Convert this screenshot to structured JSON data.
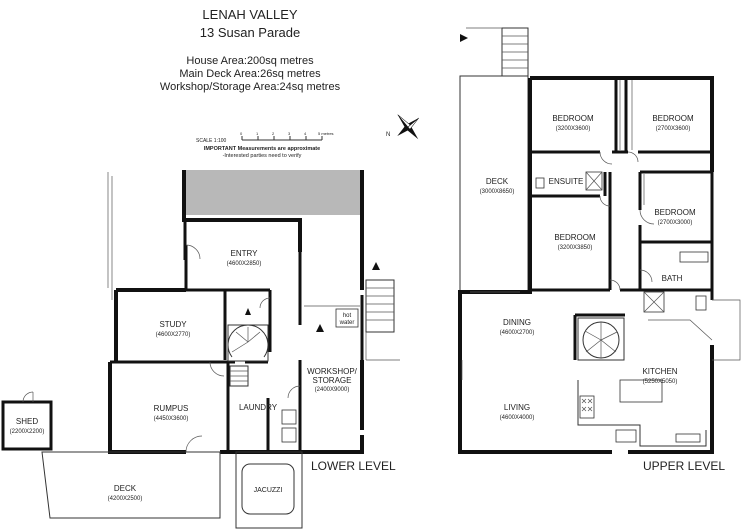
{
  "header": {
    "suburb": "LENAH VALLEY",
    "address": "13 Susan Parade",
    "house_area": "House Area:200sq metres",
    "deck_area": "Main Deck Area:26sq metres",
    "workshop_area": "Workshop/Storage Area:24sq metres"
  },
  "scale_note": {
    "scale": "SCALE 1:100",
    "tick_0": "0",
    "tick_1": "1",
    "tick_2": "2",
    "tick_3": "3",
    "tick_4": "4",
    "tick_5": "5 metres",
    "important_1": "IMPORTANT Measurements are approximate",
    "important_2": "-Interested parties need to verify"
  },
  "compass": {
    "north_label": "N"
  },
  "lower_level": {
    "label": "LOWER LEVEL",
    "rooms": {
      "entry": {
        "name": "ENTRY",
        "dims": "(4600X2850)"
      },
      "study": {
        "name": "STUDY",
        "dims": "(4600X2770)"
      },
      "rumpus": {
        "name": "RUMPUS",
        "dims": "(4450X3600)"
      },
      "laundry": {
        "name": "LAUNDRY"
      },
      "workshop": {
        "name1": "WORKSHOP/",
        "name2": "STORAGE",
        "dims": "(2400X9000)"
      },
      "shed": {
        "name": "SHED",
        "dims": "(2200X2200)"
      },
      "deck": {
        "name": "DECK",
        "dims": "(4200X2500)"
      },
      "jacuzzi": {
        "name": "JACUZZI"
      },
      "hot_water": {
        "line1": "hot",
        "line2": "water"
      }
    }
  },
  "upper_level": {
    "label": "UPPER LEVEL",
    "rooms": {
      "bedroom1": {
        "name": "BEDROOM",
        "dims": "(3200X3600)"
      },
      "bedroom2": {
        "name": "BEDROOM",
        "dims": "(2700X3600)"
      },
      "ensuite": {
        "name": "ENSUITE"
      },
      "bedroom3": {
        "name": "BEDROOM",
        "dims": "(2700X3000)"
      },
      "bedroom4": {
        "name": "BEDROOM",
        "dims": "(3200X3850)"
      },
      "deck": {
        "name": "DECK",
        "dims": "(3000X8650)"
      },
      "bath": {
        "name": "BATH"
      },
      "dining": {
        "name": "DINING",
        "dims": "(4600X2700)"
      },
      "kitchen": {
        "name": "KITCHEN",
        "dims": "(5250X5050)"
      },
      "living": {
        "name": "LIVING",
        "dims": "(4600X4000)"
      }
    }
  }
}
